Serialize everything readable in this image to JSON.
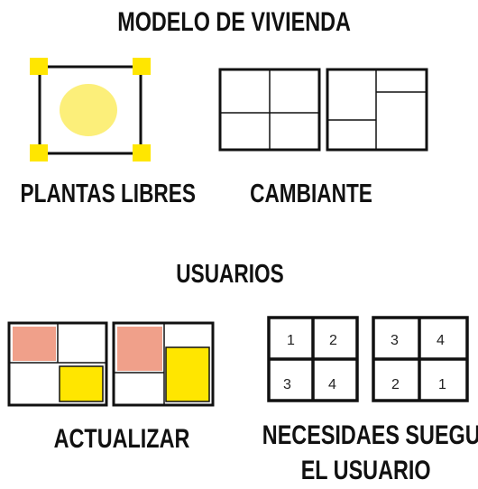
{
  "title": "MODELO DE VIVIENDA",
  "labels": {
    "plantas_libres": "PLANTAS LIBRES",
    "cambiante": "CAMBIANTE",
    "usuarios": "USUARIOS",
    "actualizar": "ACTUALIZAR",
    "necesidades_line1": "NECESIDAES SUEGUN",
    "necesidades_line2": "EL USUARIO"
  },
  "grid_numbers": {
    "grid_a": [
      "1",
      "2",
      "3",
      "4"
    ],
    "grid_b": [
      "3",
      "4",
      "2",
      "1"
    ]
  },
  "colors": {
    "yellow": "#ffe600",
    "pale_yellow": "#fcef7a",
    "salmon": "#f0a08a",
    "black": "#111111"
  }
}
